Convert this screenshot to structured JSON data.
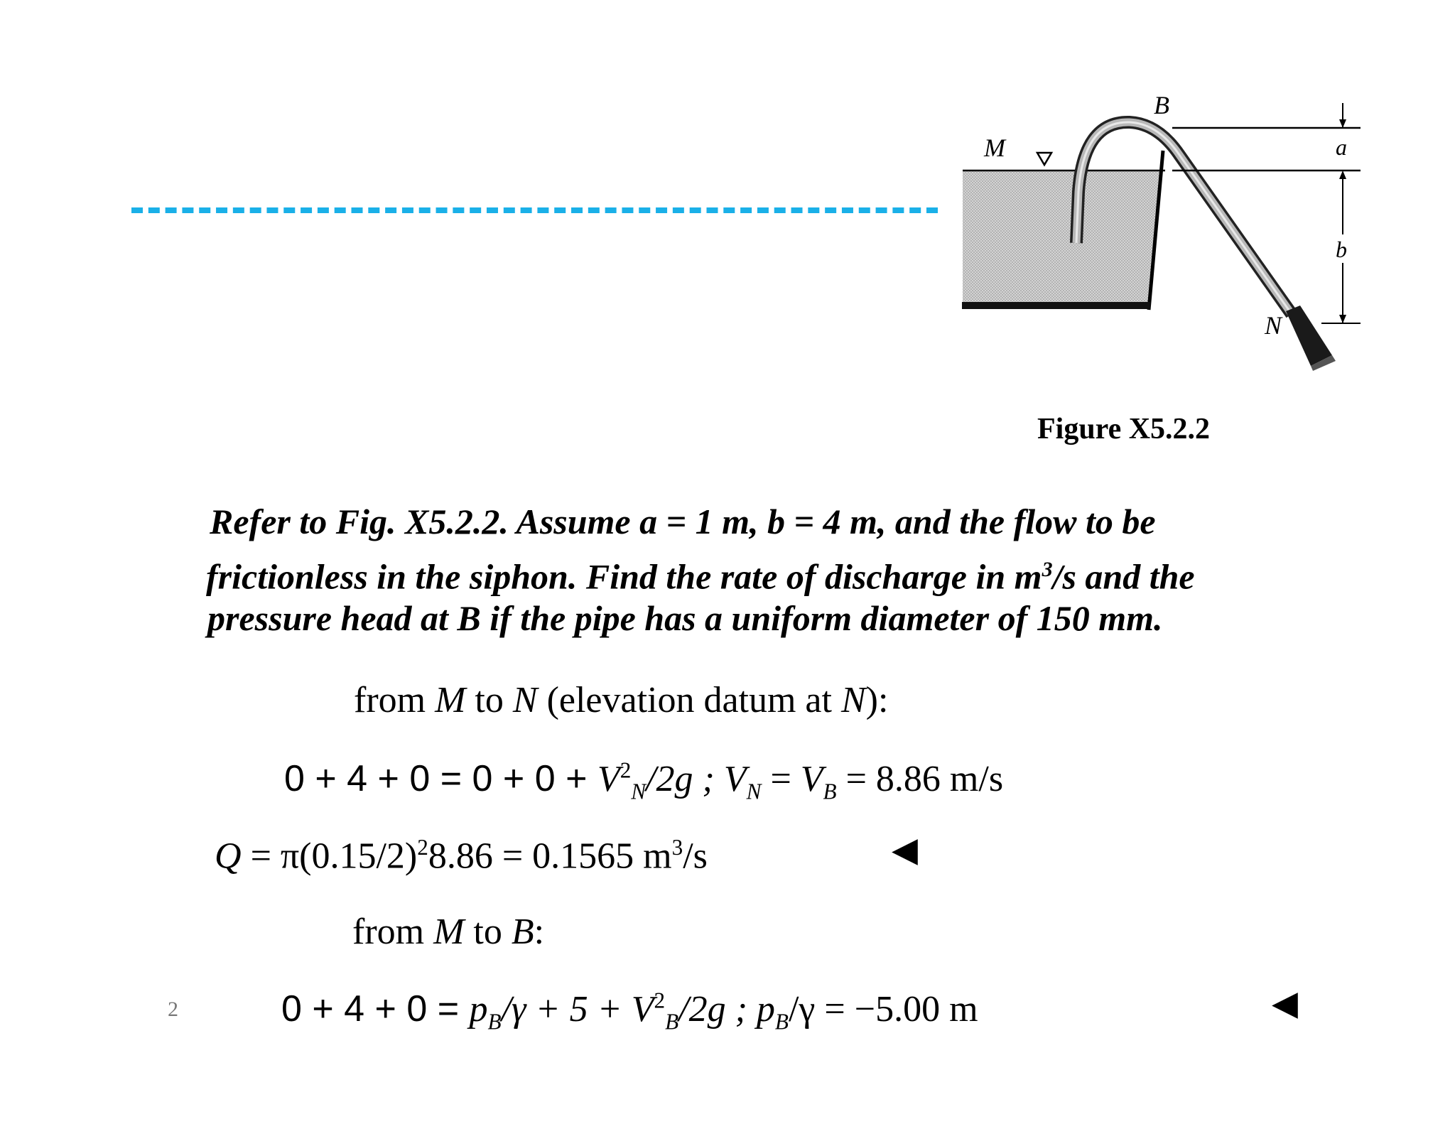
{
  "figure": {
    "labels": {
      "B": "B",
      "M": "M",
      "N": "N",
      "a": "a",
      "b": "b"
    },
    "caption": "Figure X5.2.2"
  },
  "problem": {
    "line1": "Refer to Fig. X5.2.2.  Assume a = 1 m, b = 4 m, and the flow to be",
    "line2a": "frictionless in the siphon.  Find the rate of discharge in m",
    "line2sup": "3",
    "line2b": "/s and the",
    "line3": "pressure head at B if the pipe has a uniform diameter of 150 mm."
  },
  "solution": {
    "step1_heading": {
      "t1": "from ",
      "M": "M",
      "t2": " to ",
      "N": "N",
      "t3": " (elevation datum at ",
      "N2": "N",
      "t4": "):"
    },
    "eq1": {
      "lhs": "0 + 4 + 0 = 0 + 0 + ",
      "V": "V",
      "sup": "2",
      "sub": "N",
      "rest": "/2g ;  ",
      "VN": "V",
      "VNsub": "N",
      "eq": " = ",
      "VB": "V",
      "VBsub": "B",
      "result": " = 8.86 m/s"
    },
    "eq2": {
      "Q": "Q",
      "expr": " = π(0.15/2)",
      "sup": "2",
      "expr2": "8.86 = 0.1565 m",
      "unit_sup": "3",
      "unit": "/s",
      "marker": "◀"
    },
    "step2_heading": {
      "t1": "from ",
      "M": "M",
      "t2": " to ",
      "B": "B",
      "t3": ":"
    },
    "eq3": {
      "lhs": "0 + 4 + 0 = ",
      "p": "p",
      "psub": "B",
      "rest": "/γ + 5 + ",
      "V": "V",
      "sup": "2",
      "sub": "B",
      "rest2": "/2g ;  ",
      "p2": "p",
      "p2sub": "B",
      "rest3": "/γ = −5.00 m",
      "marker": "◀"
    },
    "page_number": "2"
  },
  "colors": {
    "dashed_line": "#1ab0e8"
  }
}
